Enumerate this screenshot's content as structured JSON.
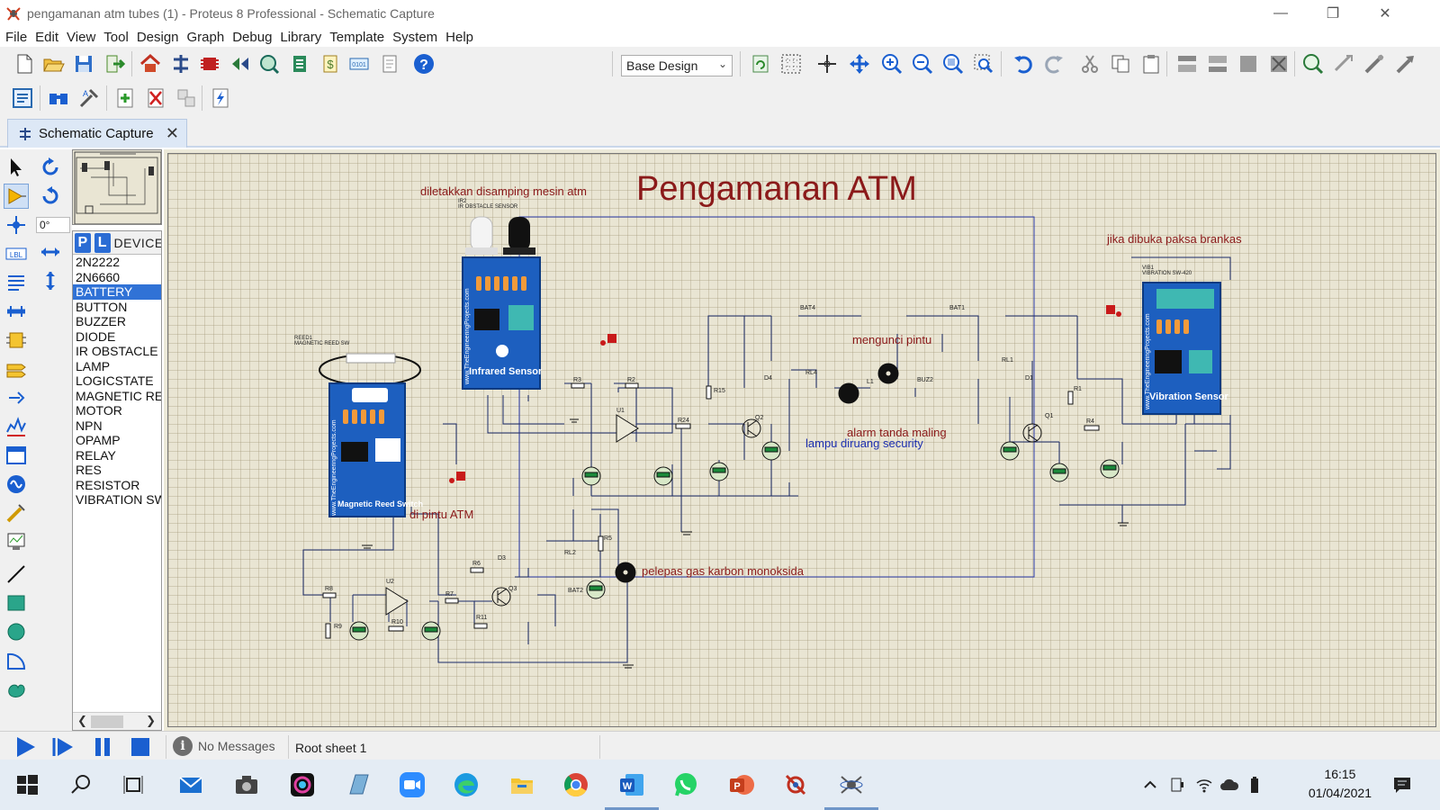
{
  "window": {
    "title": "pengamanan atm tubes (1) - Proteus 8 Professional - Schematic Capture"
  },
  "menu": [
    "File",
    "Edit",
    "View",
    "Tool",
    "Design",
    "Graph",
    "Debug",
    "Library",
    "Template",
    "System",
    "Help"
  ],
  "toolbar": {
    "design_select": "Base Design"
  },
  "tab": {
    "label": "Schematic Capture"
  },
  "left_tools": {
    "angle": "0°",
    "label_tool": "LBL"
  },
  "devices": {
    "pick_button": "P",
    "library_button": "L",
    "header": "DEVICES",
    "items": [
      "2N2222",
      "2N6660",
      "BATTERY",
      "BUTTON",
      "BUZZER",
      "DIODE",
      "IR OBSTACLE S",
      "LAMP",
      "LOGICSTATE",
      "MAGNETIC RE",
      "MOTOR",
      "NPN",
      "OPAMP",
      "RELAY",
      "RES",
      "RESISTOR",
      "VIBRATION SW"
    ],
    "selected": "BATTERY"
  },
  "schematic": {
    "title": "Pengamanan ATM",
    "labels": {
      "ir_note": "diletakkan disamping mesin atm",
      "vib_note": "jika dibuka paksa brankas",
      "door_note": "di pintu ATM",
      "lock_note": "mengunci pintu",
      "alarm_note": "alarm tanda maling",
      "lamp_note": "lampu diruang security",
      "gas_note": "pelepas gas karbon monoksida"
    },
    "modules": {
      "ir": {
        "name": "Infrared Sensor",
        "brand": "www.TheEngineeringProjects.com",
        "ref": "IR2",
        "part": "IR OBSTACLE SENSOR"
      },
      "reed": {
        "name": "Magnetic Reed Switch",
        "brand": "www.TheEngineeringProjects.com",
        "ref": "REED1",
        "part": "MAGNETIC REED SW"
      },
      "vib": {
        "name": "Vibration Sensor",
        "brand": "www.TheEngineeringProjects.com",
        "ref": "VIB1",
        "part": "VIBRATION SW-420"
      }
    },
    "parts": {
      "r3": "R3",
      "r2": "R2",
      "r15": "R15",
      "r24": "R24",
      "u1": "U1",
      "q2": "Q2",
      "d4": "D4",
      "rl4": "RL4",
      "bat4": "BAT4",
      "bat1": "BAT1",
      "l1": "L1",
      "buz2": "BUZ2",
      "rl1": "RL1",
      "d1": "D1",
      "q1": "Q1",
      "r1": "R1",
      "r4": "R4",
      "r8": "R8",
      "u2": "U2",
      "r9": "R9",
      "r10": "R10",
      "r7": "R7",
      "r6": "R6",
      "d3": "D3",
      "rl2": "RL2",
      "r5": "R5",
      "q3": "Q3",
      "r11": "R11",
      "bat2": "BAT2"
    }
  },
  "status": {
    "messages": "No Messages",
    "sheet": "Root sheet 1"
  },
  "taskbar": {
    "time": "16:15",
    "date": "01/04/2021"
  }
}
